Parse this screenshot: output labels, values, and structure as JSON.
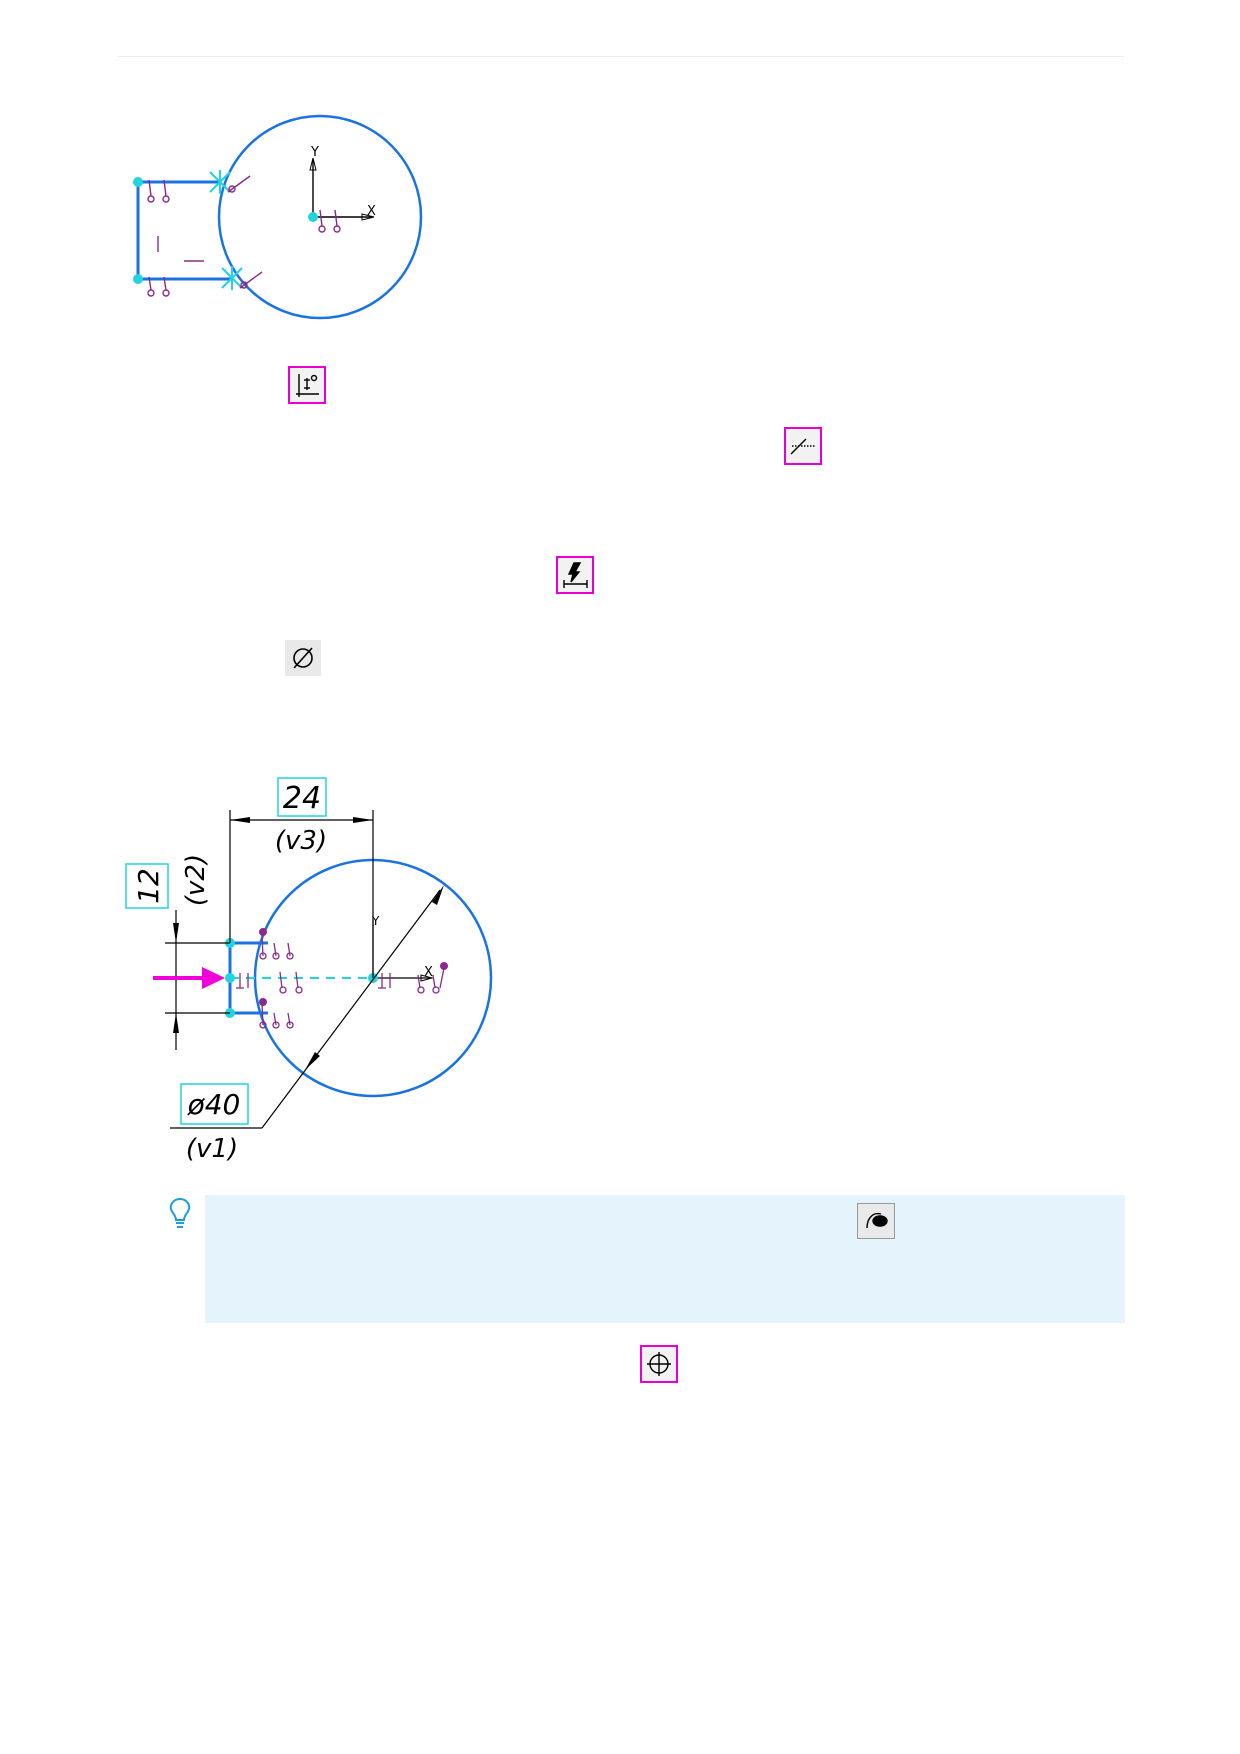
{
  "figure1": {
    "axis_y_label": "Y",
    "axis_x_label": "X",
    "color_contour": "#1a73e0",
    "color_constraint": "#8a2a8a",
    "color_point": "#22d3e0"
  },
  "toolbar_icons": [
    {
      "name": "align-points-vertical-icon"
    },
    {
      "name": "tangent-icon"
    },
    {
      "name": "auto-dimension-icon"
    },
    {
      "name": "diameter-icon"
    }
  ],
  "figure2": {
    "dim_24": {
      "value": "24",
      "variable": "(v3)"
    },
    "dim_12": {
      "value": "12",
      "variable": "(v2)"
    },
    "dim_diameter": {
      "value": "ø40",
      "variable": "(v1)"
    },
    "axis_y_label": "Y",
    "axis_x_label": "X",
    "color_arrow": "#f000d8",
    "color_dim_frame": "#22d3e0"
  },
  "tip": {
    "icon": "lightbulb-icon",
    "inline_icon": "fix-point-tool-icon",
    "background": "#e5f4fc"
  },
  "bottom_icon": {
    "name": "center-point-icon"
  }
}
